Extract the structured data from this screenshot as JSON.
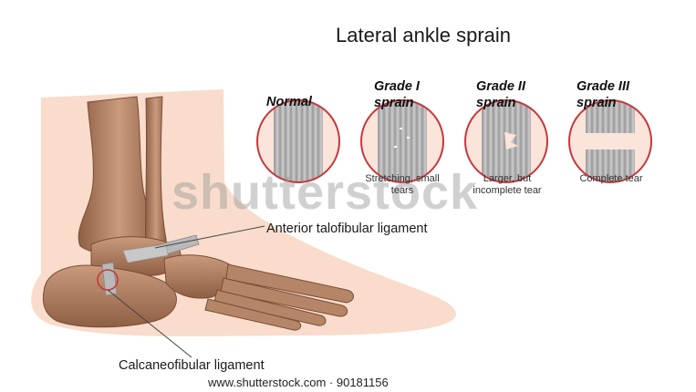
{
  "title": "Lateral ankle sprain",
  "stages": [
    {
      "label_line1": "Normal",
      "label_line2": "",
      "caption": ""
    },
    {
      "label_line1": "Grade I",
      "label_line2": "sprain",
      "caption": "Stretching, small tears"
    },
    {
      "label_line1": "Grade II",
      "label_line2": "sprain",
      "caption": "Larger, but incomplete tear"
    },
    {
      "label_line1": "Grade III",
      "label_line2": "sprain",
      "caption": "Complete tear"
    }
  ],
  "labels": {
    "anterior": "Anterior talofibular ligament",
    "calcaneofibular": "Calcaneofibular ligament"
  },
  "watermark": "shutterstock",
  "footer": "www.shutterstock.com · 90181156",
  "colors": {
    "skin": "#f9dccb",
    "bone": "#b8876b",
    "bone_dark": "#8a5c43",
    "ligament": "#a8a8a8",
    "circle_border": "#c3383c"
  }
}
